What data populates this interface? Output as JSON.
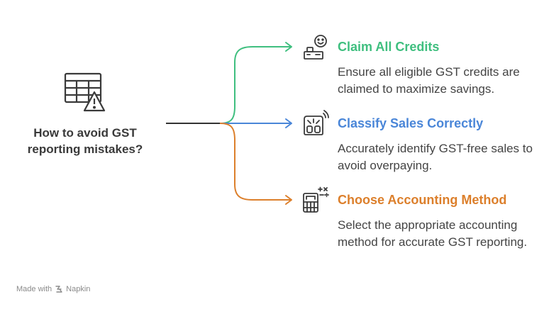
{
  "central": {
    "title": "How to avoid GST reporting mistakes?",
    "icon": "spreadsheet-warning-icon"
  },
  "branches": [
    {
      "title": "Claim All Credits",
      "description": "Ensure all eligible GST credits are claimed to maximize savings.",
      "color": "#3fbf7f",
      "icon": "happy-person-icon"
    },
    {
      "title": "Classify Sales Correctly",
      "description": "Accurately identify GST-free sales to avoid overpaying.",
      "color": "#4a86d8",
      "icon": "scale-signal-icon"
    },
    {
      "title": "Choose Accounting Method",
      "description": "Select the appropriate accounting method for accurate GST reporting.",
      "color": "#dc7f2b",
      "icon": "calculator-building-icon"
    }
  ],
  "footer": {
    "made_with": "Made with",
    "brand": "Napkin"
  }
}
